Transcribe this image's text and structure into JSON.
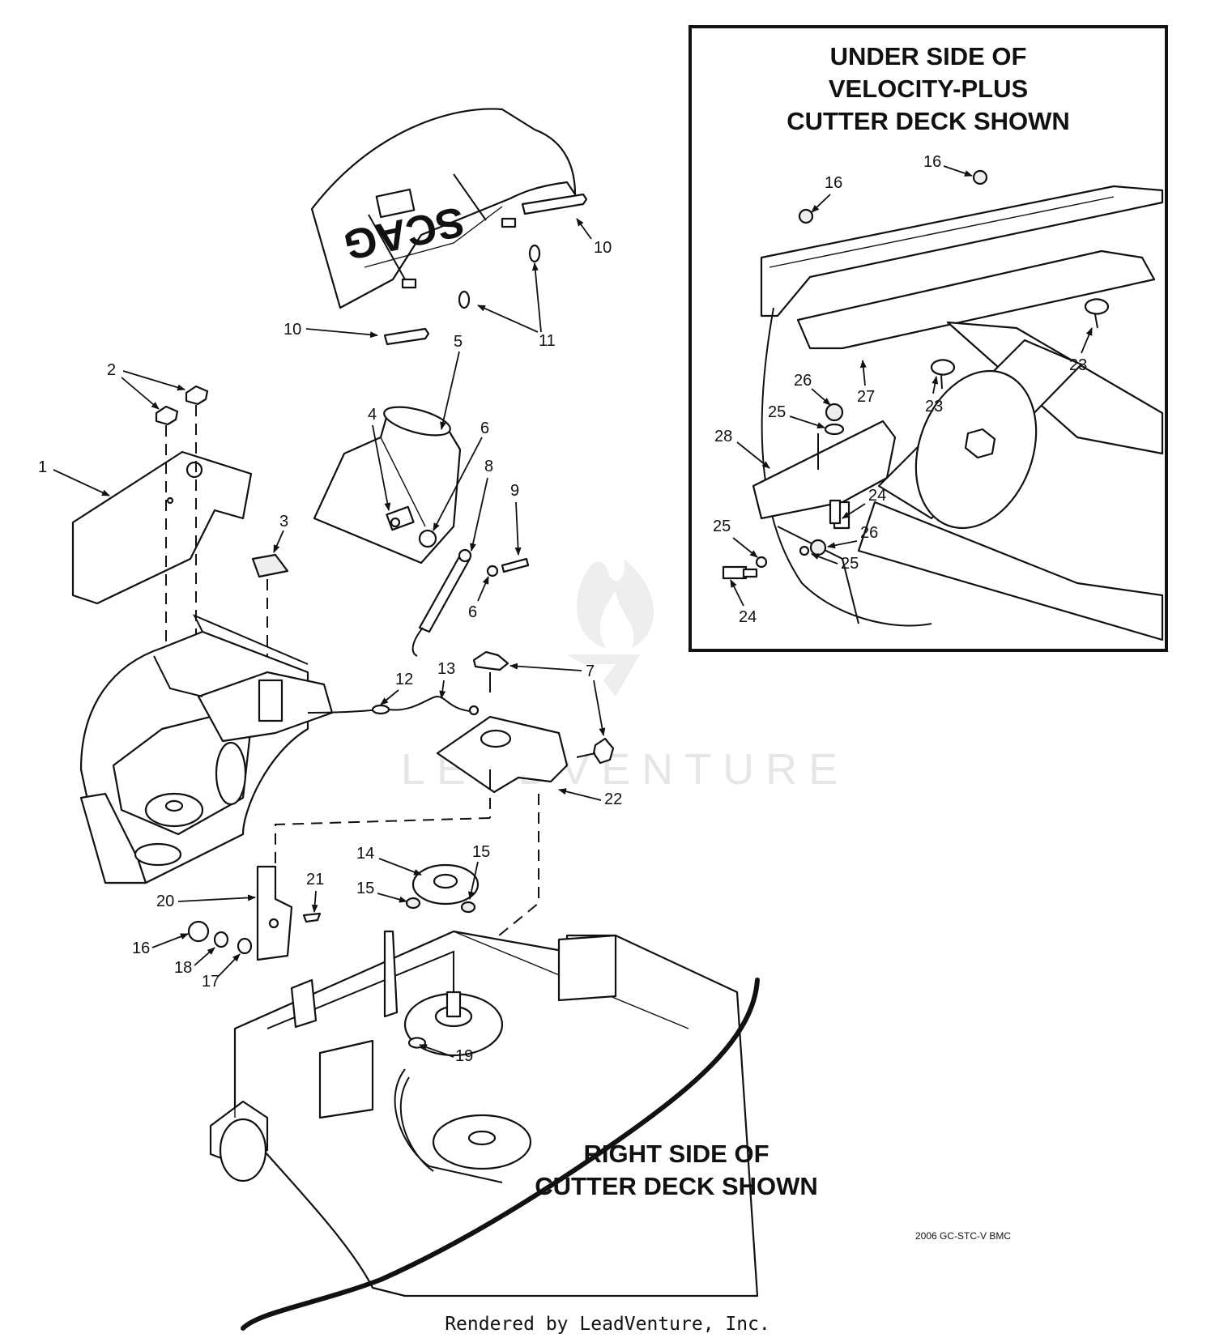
{
  "diagram": {
    "main_caption": {
      "line1": "RIGHT SIDE OF",
      "line2": "CUTTER DECK SHOWN"
    },
    "inset_caption": {
      "line1": "UNDER SIDE OF",
      "line2": "VELOCITY-PLUS",
      "line3": "CUTTER DECK SHOWN"
    },
    "drawing_code": "2006 GC-STC-V BMC",
    "brand_logo_text": "SCAG",
    "watermark": "LEADVENTURE",
    "footer": "Rendered by LeadVenture, Inc."
  },
  "callouts": [
    "1",
    "2",
    "3",
    "4",
    "5",
    "6",
    "6",
    "7",
    "8",
    "9",
    "10",
    "10",
    "11",
    "12",
    "13",
    "14",
    "15",
    "15",
    "16",
    "17",
    "18",
    "19",
    "20",
    "21",
    "22",
    "16",
    "16",
    "23",
    "23",
    "24",
    "24",
    "25",
    "25",
    "25",
    "26",
    "26",
    "27",
    "28"
  ]
}
